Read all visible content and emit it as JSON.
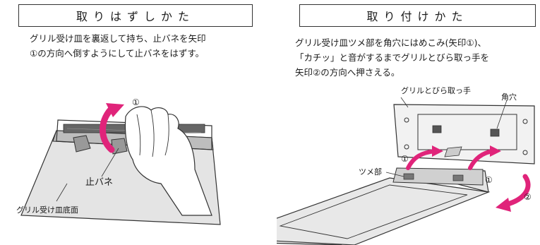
{
  "removal": {
    "title": "取りはずしかた",
    "description": "グリル受け皿を裏返して持ち、止バネを矢印\n①の方向へ倒すようにして止バネをはずす。",
    "arrow_marker": "①",
    "label_spring": "止バネ",
    "label_tray_bottom": "グリル受け皿底面"
  },
  "install": {
    "title": "取り付けかた",
    "description": "グリル受け皿ツメ部を角穴にはめこみ(矢印①)、\n「カチッ」と音がするまでグリルとびら取っ手を\n矢印②の方向へ押さえる。",
    "label_handle": "グリルとびら取っ手",
    "label_square_hole": "角穴",
    "label_claw": "ツメ部",
    "marker_1a": "①",
    "marker_1b": "①",
    "marker_2": "②"
  },
  "colors": {
    "arrow": "#e0247a",
    "line": "#333333",
    "tray_fill": "#e4e4e4",
    "dark_part": "#555555"
  }
}
